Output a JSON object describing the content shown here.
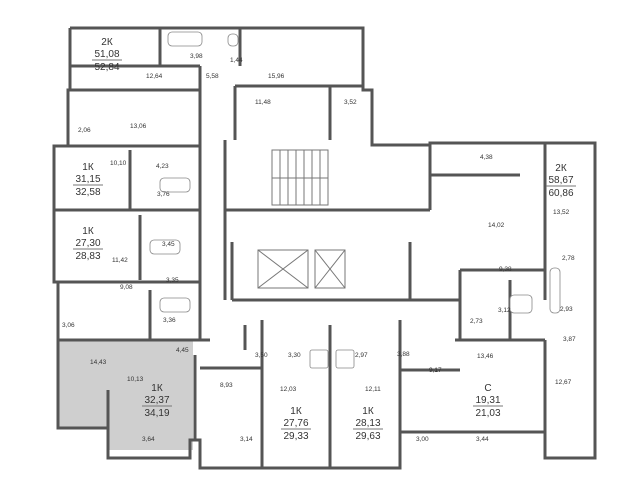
{
  "apartments": [
    {
      "id": "a1",
      "type": "2К",
      "living": "51,08",
      "total": "52,84"
    },
    {
      "id": "a2",
      "type": "1К",
      "living": "31,15",
      "total": "32,58"
    },
    {
      "id": "a3",
      "type": "1К",
      "living": "27,30",
      "total": "28,83"
    },
    {
      "id": "a4",
      "type": "1К",
      "living": "32,37",
      "total": "34,19"
    },
    {
      "id": "a5",
      "type": "1К",
      "living": "27,76",
      "total": "29,33"
    },
    {
      "id": "a6",
      "type": "1К",
      "living": "28,13",
      "total": "29,63"
    },
    {
      "id": "a7",
      "type": "С",
      "living": "19,31",
      "total": "21,03"
    },
    {
      "id": "a8",
      "type": "2К",
      "living": "58,67",
      "total": "60,86"
    }
  ],
  "room_areas": [
    "3,98",
    "1,44",
    "12,64",
    "5,58",
    "15,96",
    "11,48",
    "3,52",
    "2,06",
    "13,06",
    "10,10",
    "4,23",
    "3,76",
    "3,45",
    "11,42",
    "9,08",
    "3,35",
    "3,06",
    "3,36",
    "4,45",
    "14,43",
    "10,13",
    "3,64",
    "8,93",
    "3,14",
    "3,50",
    "3,30",
    "12,03",
    "2,97",
    "3,88",
    "12,11",
    "9,17",
    "3,00",
    "3,44",
    "4,38",
    "14,02",
    "13,52",
    "9,38",
    "2,78",
    "2,73",
    "3,12",
    "2,93",
    "13,46",
    "3,87",
    "12,67"
  ],
  "colors": {
    "highlight": "#cfcfcf",
    "wall": "#555555",
    "background": "#ffffff"
  }
}
